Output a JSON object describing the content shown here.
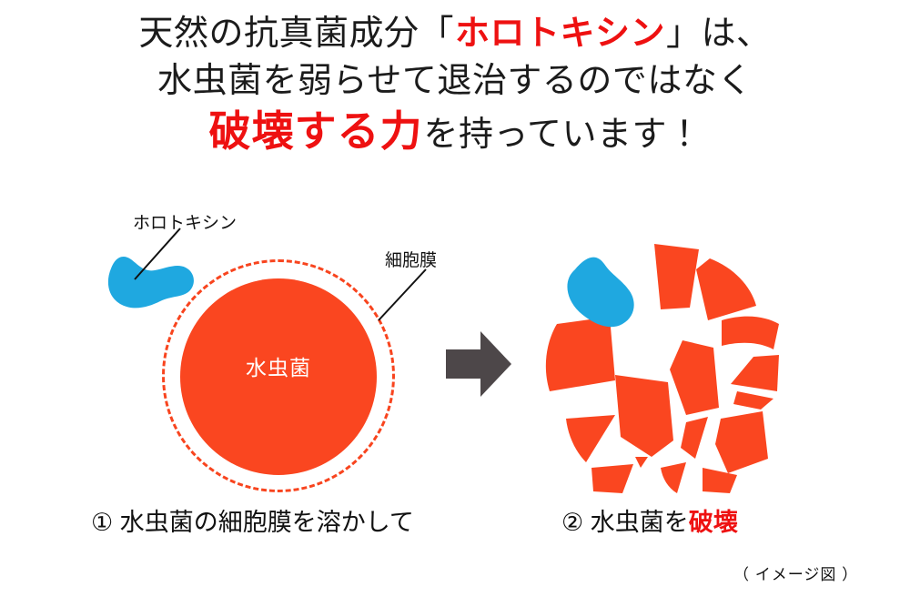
{
  "headline": {
    "line1_pre": "天然の抗真菌成分「",
    "line1_accent": "ホロトキシン",
    "line1_post": "」は、",
    "line2": "水虫菌を弱らせて退治するのではなく",
    "line3_accent": "破壊する力",
    "line3_post": "を持っています！"
  },
  "diagram": {
    "label_holotoxin": "ホロトキシン",
    "label_membrane": "細胞膜",
    "fungus_label": "水虫菌",
    "arrow": "right-arrow-icon"
  },
  "captions": {
    "step1": "① 水虫菌の細胞膜を溶かして",
    "step2_pre": "② 水虫菌を",
    "step2_accent": "破壊"
  },
  "footnote": "（ イメージ図 ）",
  "colors": {
    "red_fill": "#fa4620",
    "red_text": "#ee1111",
    "membrane_dash": "#f8441e",
    "blue_blob": "#1fa8e0",
    "arrow_gray": "#4d4749",
    "highlight_yellow": "#f8eebb",
    "text_dark": "#111111",
    "background": "#ffffff"
  }
}
